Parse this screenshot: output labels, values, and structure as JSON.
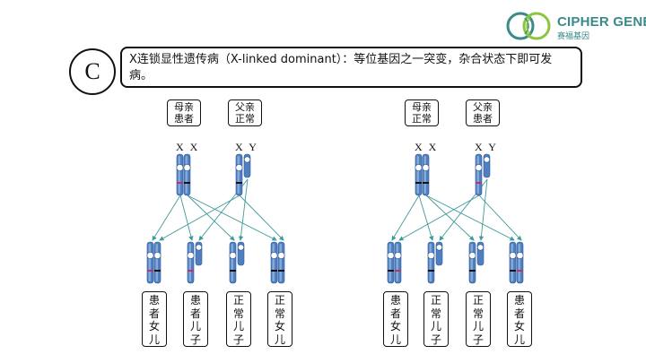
{
  "logo": {
    "name": "CIPHER GENE",
    "subtitle": "赛福基因"
  },
  "badge": "C",
  "description": "X连锁显性遗传病（X-linked dominant）：等位基因之一突变，杂合状态下即可发病。",
  "left": {
    "mother_label": [
      "母亲",
      "患者"
    ],
    "father_label": [
      "父亲",
      "正常"
    ],
    "mother_chroms": "X X",
    "father_chroms": "X Y",
    "children": [
      [
        "患",
        "者",
        "女",
        "儿"
      ],
      [
        "患",
        "者",
        "儿",
        "子"
      ],
      [
        "正",
        "常",
        "儿",
        "子"
      ],
      [
        "正",
        "常",
        "女",
        "儿"
      ]
    ]
  },
  "right": {
    "mother_label": [
      "母亲",
      "正常"
    ],
    "father_label": [
      "父亲",
      "患者"
    ],
    "mother_chroms": "X X",
    "father_chroms": "X Y",
    "children": [
      [
        "患",
        "者",
        "女",
        "儿"
      ],
      [
        "正",
        "常",
        "儿",
        "子"
      ],
      [
        "正",
        "常",
        "儿",
        "子"
      ],
      [
        "患",
        "者",
        "女",
        "儿"
      ]
    ]
  },
  "colors": {
    "chromosome": "#4f7fc0",
    "chromosome_light": "#a9c4ea",
    "mutation": "#c0306a",
    "arrow": "#3f9a9a",
    "band": "#111111"
  }
}
